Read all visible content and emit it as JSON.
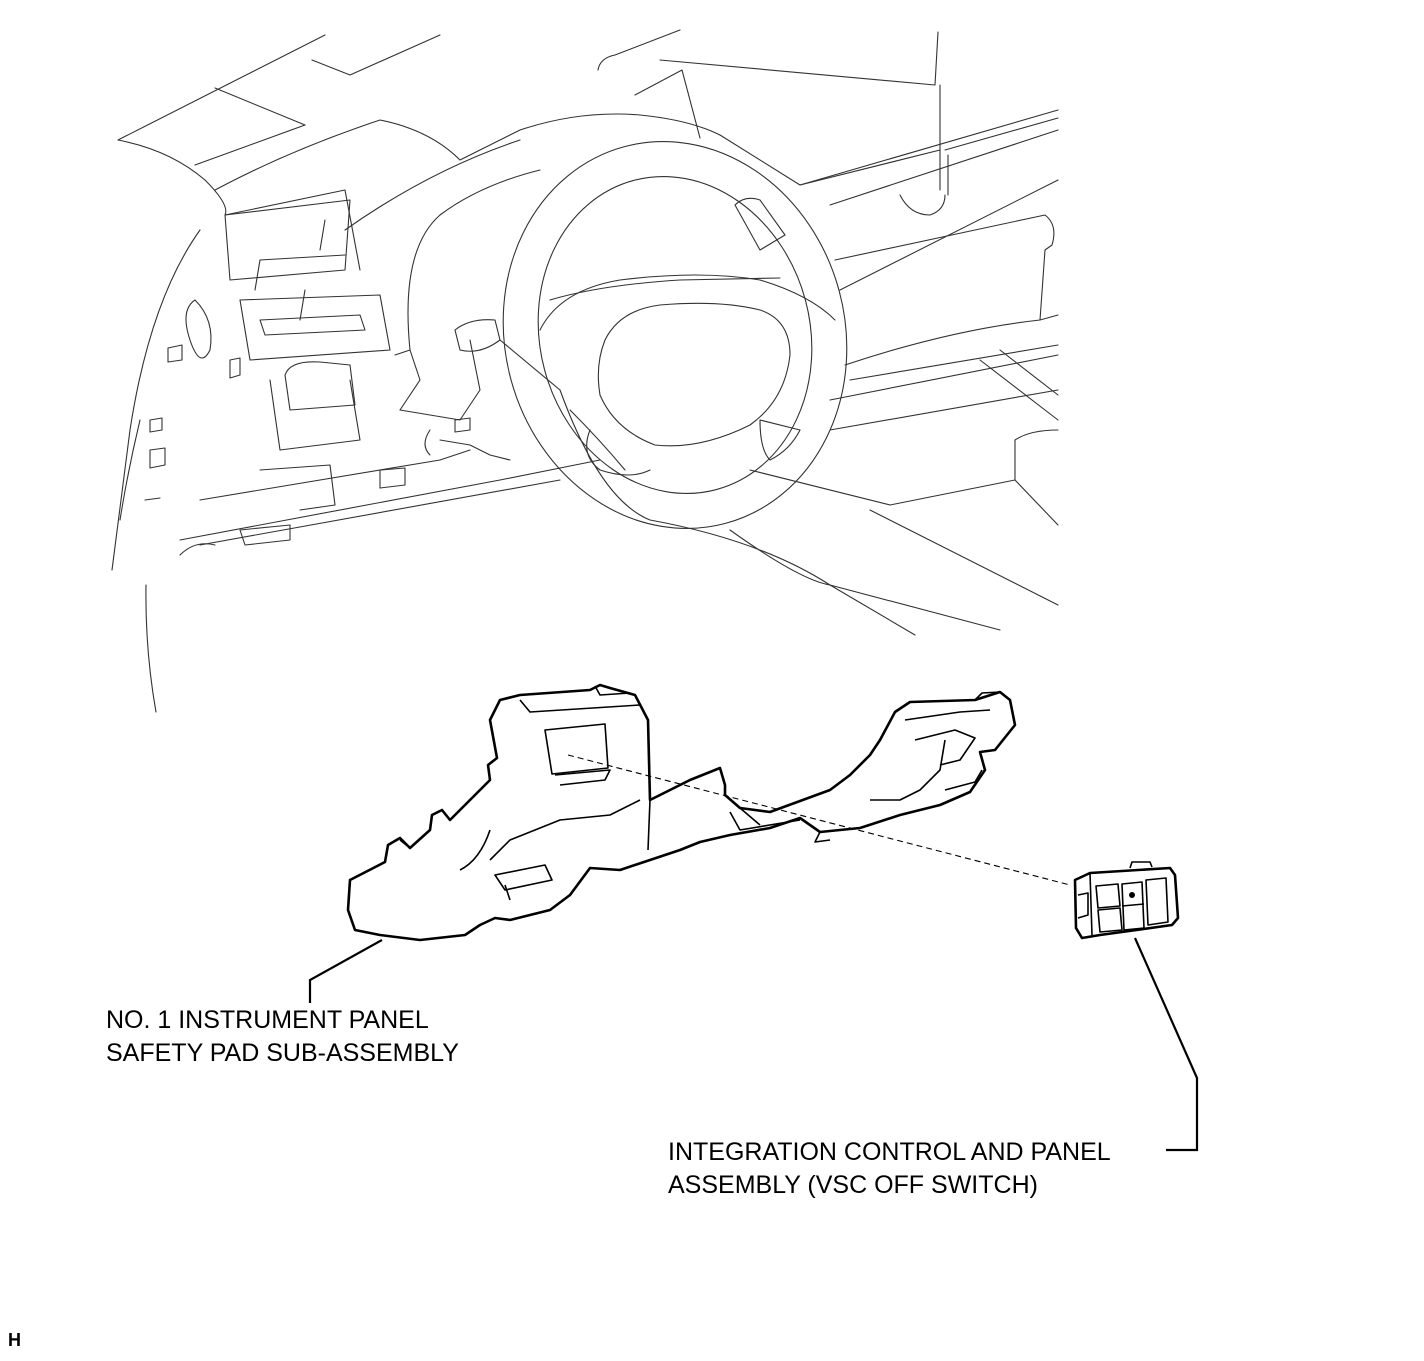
{
  "labels": {
    "pad_line1": "NO. 1 INSTRUMENT PANEL",
    "pad_line2": "SAFETY PAD SUB-ASSEMBLY",
    "switch_line1": "INTEGRATION CONTROL AND PANEL",
    "switch_line2": "ASSEMBLY (VSC OFF SWITCH)"
  },
  "corner_code": "H"
}
